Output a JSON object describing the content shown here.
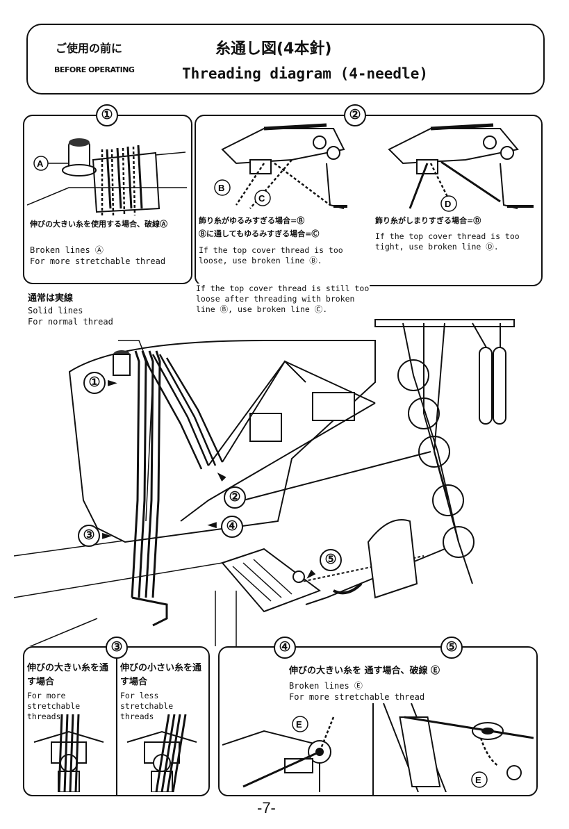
{
  "header": {
    "jp_before": "ご使用の前に",
    "en_before": "BEFORE OPERATING",
    "jp_title": "糸通し図(4本針)",
    "en_title": "Threading diagram (4-needle)"
  },
  "section1": {
    "number": "①",
    "callout_a": "Ⓐ",
    "jp_note": "伸びの大きい糸を使用する場合、破線Ⓐ",
    "en_line1": "Broken lines Ⓐ",
    "en_line2": "For more stretchable thread"
  },
  "section2": {
    "number": "②",
    "callout_b": "Ⓑ",
    "callout_c": "Ⓒ",
    "callout_d": "Ⓓ",
    "jp_left1": "飾り糸がゆるみすぎる場合=Ⓑ",
    "jp_left2": "Ⓑに通してもゆるみすぎる場合=Ⓒ",
    "en_left1": "If the top cover thread is too loose, use broken line Ⓑ.",
    "en_left2": "If the top cover thread is still too loose after threading with broken line Ⓑ, use broken line Ⓒ.",
    "jp_right": "飾り糸がしまりすぎる場合=Ⓓ",
    "en_right": "If the top cover thread is too tight, use broken line Ⓓ."
  },
  "normal": {
    "jp": "通常は実線",
    "en1": "Solid lines",
    "en2": "For normal thread"
  },
  "main_callouts": [
    "①",
    "②",
    "③",
    "④",
    "⑤"
  ],
  "section3": {
    "number": "③",
    "left_jp": "伸びの大きい糸を通す場合",
    "left_en": "For more stretchable threads",
    "right_jp": "伸びの小さい糸を通す場合",
    "right_en": "For less stretchable threads"
  },
  "section4": {
    "number": "④",
    "jp": "伸びの大きい糸を 通す場合、破線 Ⓔ",
    "en1": "Broken lines Ⓔ",
    "en2": "For more stretchable thread",
    "callout_e": "Ⓔ"
  },
  "section5": {
    "number": "⑤",
    "callout_e": "Ⓔ"
  },
  "footer": {
    "page": "-7-"
  }
}
